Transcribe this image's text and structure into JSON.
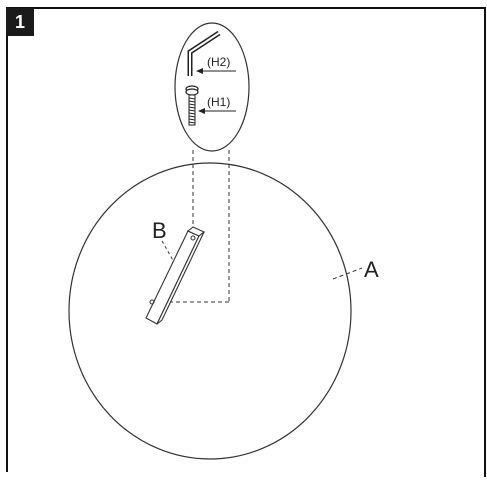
{
  "step": {
    "number": "1"
  },
  "labels": {
    "a": "A",
    "b": "B",
    "h1": "(H1)",
    "h2": "(H2)"
  }
}
